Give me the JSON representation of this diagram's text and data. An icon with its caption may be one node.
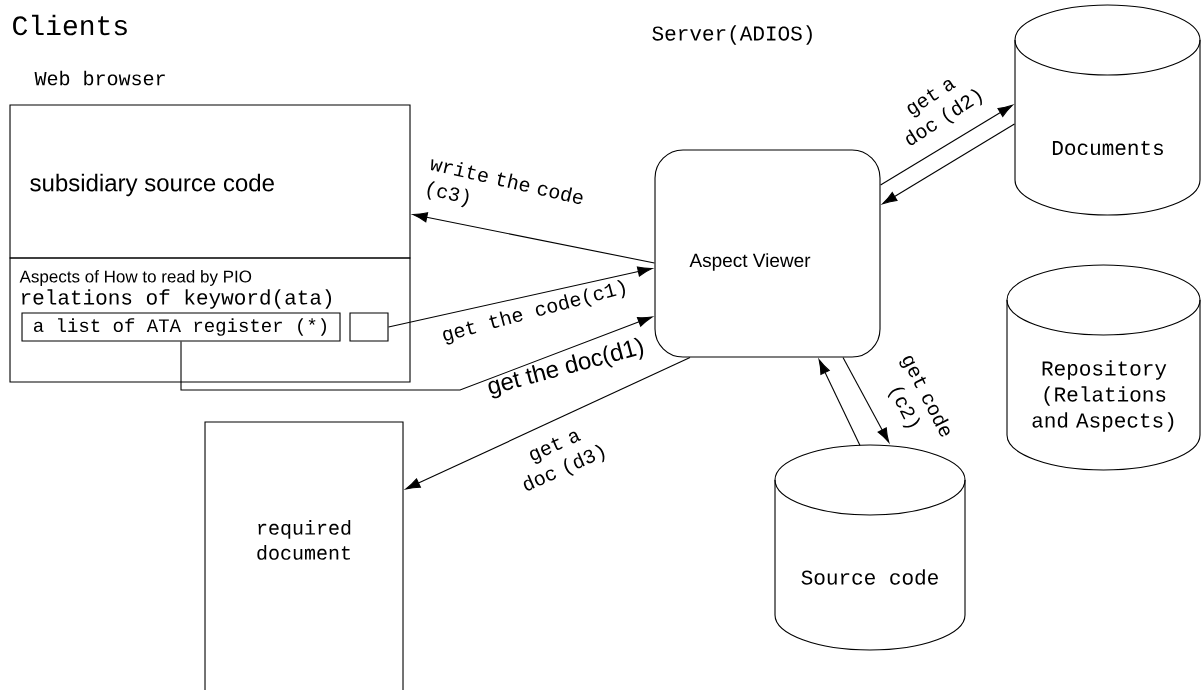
{
  "diagram": {
    "nodes": [
      {
        "text": [
          "subsidiary source code"
        ]
      },
      {
        "text": [
          "Aspects of How to read by PIO",
          "relations of keyword(ata)"
        ]
      },
      {
        "text": [
          "a list of ATA register (*)"
        ],
        "in": 1
      },
      {
        "text": [],
        "shape": "box",
        "in": 1
      },
      {
        "text": [
          "required document"
        ]
      },
      {
        "text": [
          "Aspect Viewer"
        ]
      },
      {
        "text": [
          "Documents"
        ]
      },
      {
        "text": [
          "Repository (Relations and Aspects)"
        ]
      },
      {
        "text": [
          "Source code"
        ]
      }
    ],
    "edges": [
      {
        "from": 5,
        "to": 0,
        "arrow": "to",
        "label": "write the code (c3)"
      },
      {
        "from": 3,
        "to": 5,
        "arrow": "to",
        "label": "get the code(c1)"
      },
      {
        "from": 2,
        "to": 5,
        "arrow": "to",
        "label": "get the doc(d1)"
      },
      {
        "from": 5,
        "to": 4,
        "arrow": "to",
        "label": "get a doc (d3)"
      },
      {
        "from": 5,
        "to": 6,
        "arrow": "to",
        "label": "get a doc (d2)"
      },
      {
        "from": 6,
        "to": 5,
        "arrow": "to"
      },
      {
        "from": 5,
        "to": 8,
        "arrow": "to",
        "label": "get code (c2)"
      },
      {
        "from": 8,
        "to": 5,
        "arrow": "to"
      }
    ],
    "labels": [
      "Clients",
      "Web browser",
      "Server(ADIOS)"
    ]
  }
}
